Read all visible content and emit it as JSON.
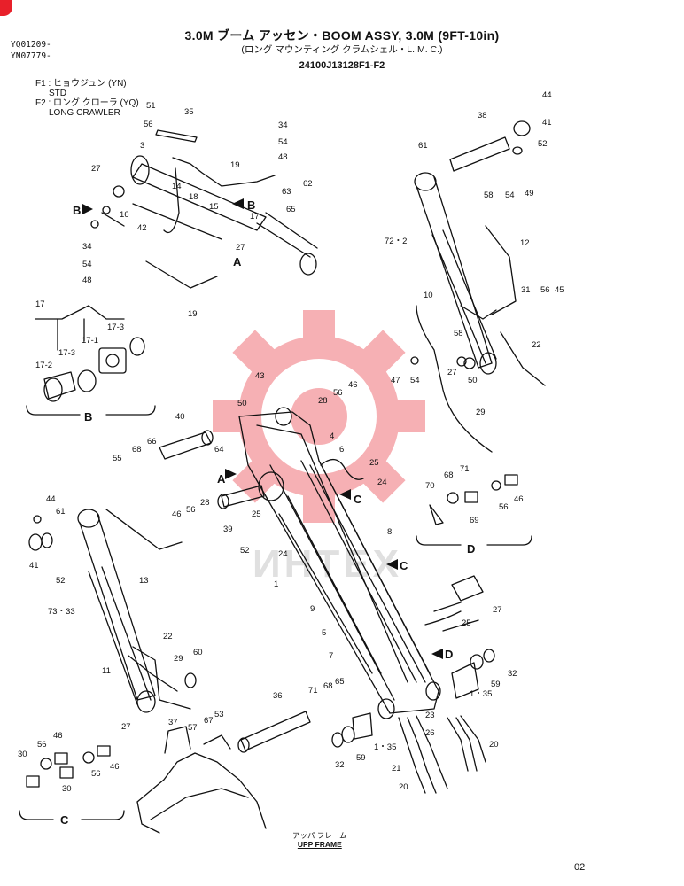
{
  "header": {
    "title": "3.0M ブーム アッセン・BOOM ASSY, 3.0M (9FT-10in)",
    "subtitle": "(ロング マウンティング クラムシェル・L. M. C.)",
    "part_code": "24100J13128F1-F2"
  },
  "serials": [
    "YQ01209-",
    "YN07779-"
  ],
  "legend": {
    "f1_label": "F1 : ヒョウジュン (YN)",
    "f1_en": "STD",
    "f2_label": "F2 : ロング クローラ (YQ)",
    "f2_en": "LONG CRAWLER"
  },
  "detail_views": {
    "b": "B",
    "c": "C",
    "d": "D"
  },
  "frame_label": {
    "jp": "アッパ フレーム",
    "en": "UPP FRAME"
  },
  "page_number": "02",
  "watermark_text": "ИНТЕХ",
  "colors": {
    "line": "#111111",
    "watermark": "#e8202a"
  },
  "part_numbers": [
    {
      "id": "51",
      "t": "51"
    },
    {
      "id": "35",
      "t": "35"
    },
    {
      "id": "56a",
      "t": "56"
    },
    {
      "id": "3",
      "t": "3"
    },
    {
      "id": "34a",
      "t": "34"
    },
    {
      "id": "54a",
      "t": "54"
    },
    {
      "id": "48a",
      "t": "48"
    },
    {
      "id": "19a",
      "t": "19"
    },
    {
      "id": "62",
      "t": "62"
    },
    {
      "id": "63",
      "t": "63"
    },
    {
      "id": "27a",
      "t": "27"
    },
    {
      "id": "14",
      "t": "14"
    },
    {
      "id": "18",
      "t": "18"
    },
    {
      "id": "15",
      "t": "15"
    },
    {
      "id": "17a",
      "t": "17"
    },
    {
      "id": "65a",
      "t": "65"
    },
    {
      "id": "16",
      "t": "16"
    },
    {
      "id": "42",
      "t": "42"
    },
    {
      "id": "27b",
      "t": "27"
    },
    {
      "id": "34b",
      "t": "34"
    },
    {
      "id": "54b",
      "t": "54"
    },
    {
      "id": "48b",
      "t": "48"
    },
    {
      "id": "19b",
      "t": "19"
    },
    {
      "id": "17b",
      "t": "17"
    },
    {
      "id": "17-3a",
      "t": "17-3"
    },
    {
      "id": "17-1",
      "t": "17-1"
    },
    {
      "id": "17-3b",
      "t": "17-3"
    },
    {
      "id": "17-2",
      "t": "17-2"
    },
    {
      "id": "44a",
      "t": "44"
    },
    {
      "id": "38",
      "t": "38"
    },
    {
      "id": "41a",
      "t": "41"
    },
    {
      "id": "52a",
      "t": "52"
    },
    {
      "id": "61a",
      "t": "61"
    },
    {
      "id": "58a",
      "t": "58"
    },
    {
      "id": "54c",
      "t": "54"
    },
    {
      "id": "49",
      "t": "49"
    },
    {
      "id": "12",
      "t": "12"
    },
    {
      "id": "72-2",
      "t": "72・2"
    },
    {
      "id": "10",
      "t": "10"
    },
    {
      "id": "31",
      "t": "31"
    },
    {
      "id": "56b",
      "t": "56"
    },
    {
      "id": "45",
      "t": "45"
    },
    {
      "id": "22a",
      "t": "22"
    },
    {
      "id": "58b",
      "t": "58"
    },
    {
      "id": "47",
      "t": "47"
    },
    {
      "id": "54d",
      "t": "54"
    },
    {
      "id": "27c",
      "t": "27"
    },
    {
      "id": "50a",
      "t": "50"
    },
    {
      "id": "29a",
      "t": "29"
    },
    {
      "id": "43",
      "t": "43"
    },
    {
      "id": "50b",
      "t": "50"
    },
    {
      "id": "28a",
      "t": "28"
    },
    {
      "id": "56c",
      "t": "56"
    },
    {
      "id": "46a",
      "t": "46"
    },
    {
      "id": "4",
      "t": "4"
    },
    {
      "id": "6",
      "t": "6"
    },
    {
      "id": "25a",
      "t": "25"
    },
    {
      "id": "24a",
      "t": "24"
    },
    {
      "id": "40",
      "t": "40"
    },
    {
      "id": "66",
      "t": "66"
    },
    {
      "id": "68a",
      "t": "68"
    },
    {
      "id": "55",
      "t": "55"
    },
    {
      "id": "64",
      "t": "64"
    },
    {
      "id": "46b",
      "t": "46"
    },
    {
      "id": "56d",
      "t": "56"
    },
    {
      "id": "28b",
      "t": "28"
    },
    {
      "id": "39",
      "t": "39"
    },
    {
      "id": "25b",
      "t": "25"
    },
    {
      "id": "52b",
      "t": "52"
    },
    {
      "id": "24b",
      "t": "24"
    },
    {
      "id": "71a",
      "t": "71"
    },
    {
      "id": "68b",
      "t": "68"
    },
    {
      "id": "70",
      "t": "70"
    },
    {
      "id": "69",
      "t": "69"
    },
    {
      "id": "56e",
      "t": "56"
    },
    {
      "id": "46c",
      "t": "46"
    },
    {
      "id": "44b",
      "t": "44"
    },
    {
      "id": "61b",
      "t": "61"
    },
    {
      "id": "41b",
      "t": "41"
    },
    {
      "id": "52c",
      "t": "52"
    },
    {
      "id": "13",
      "t": "13"
    },
    {
      "id": "73-33",
      "t": "73・33"
    },
    {
      "id": "22b",
      "t": "22"
    },
    {
      "id": "11",
      "t": "11"
    },
    {
      "id": "29b",
      "t": "29"
    },
    {
      "id": "60",
      "t": "60"
    },
    {
      "id": "27d",
      "t": "27"
    },
    {
      "id": "8",
      "t": "8"
    },
    {
      "id": "1",
      "t": "1"
    },
    {
      "id": "9",
      "t": "9"
    },
    {
      "id": "5",
      "t": "5"
    },
    {
      "id": "7",
      "t": "7"
    },
    {
      "id": "27e",
      "t": "27"
    },
    {
      "id": "25c",
      "t": "25"
    },
    {
      "id": "32a",
      "t": "32"
    },
    {
      "id": "59a",
      "t": "59"
    },
    {
      "id": "1-35a",
      "t": "1・35"
    },
    {
      "id": "36",
      "t": "36"
    },
    {
      "id": "71b",
      "t": "71"
    },
    {
      "id": "68c",
      "t": "68"
    },
    {
      "id": "65b",
      "t": "65"
    },
    {
      "id": "37",
      "t": "37"
    },
    {
      "id": "57",
      "t": "57"
    },
    {
      "id": "67",
      "t": "67"
    },
    {
      "id": "53",
      "t": "53"
    },
    {
      "id": "32b",
      "t": "32"
    },
    {
      "id": "59b",
      "t": "59"
    },
    {
      "id": "1-35b",
      "t": "1・35"
    },
    {
      "id": "23",
      "t": "23"
    },
    {
      "id": "26",
      "t": "26"
    },
    {
      "id": "21",
      "t": "21"
    },
    {
      "id": "20a",
      "t": "20"
    },
    {
      "id": "20b",
      "t": "20"
    },
    {
      "id": "30a",
      "t": "30"
    },
    {
      "id": "56f",
      "t": "56"
    },
    {
      "id": "46d",
      "t": "46"
    },
    {
      "id": "30b",
      "t": "30"
    },
    {
      "id": "56g",
      "t": "56"
    },
    {
      "id": "46e",
      "t": "46"
    }
  ]
}
